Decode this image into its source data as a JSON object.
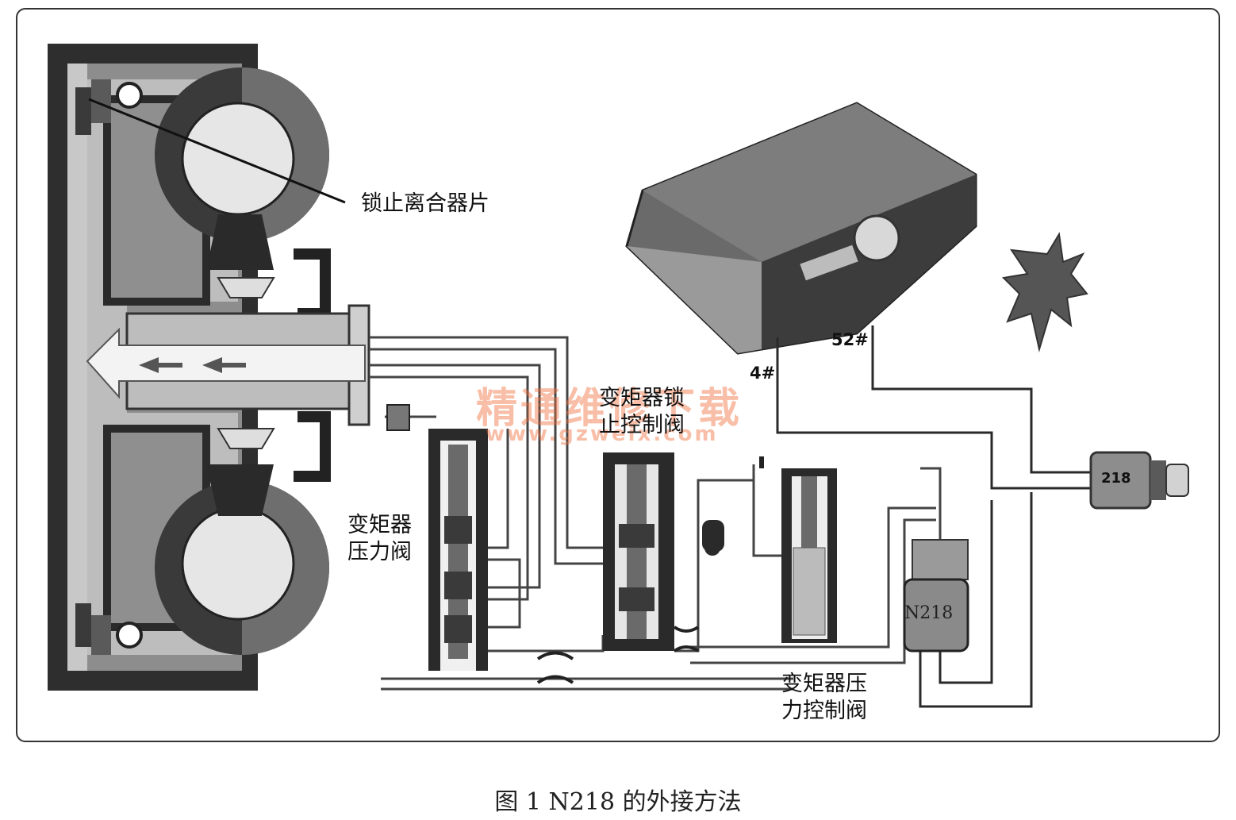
{
  "labels": {
    "lockup_clutch": "锁止离合器片",
    "converter_pressure_valve": "变矩器\n压力阀",
    "lockup_control_valve": "变矩器锁\n止控制阀",
    "pressure_control_valve": "变矩器压\n力控制阀",
    "pin_4": "4#",
    "pin_52": "52#",
    "solenoid_name": "N218",
    "connector_text": "218"
  },
  "watermark": {
    "title": "精通维修下载",
    "url": "www.gzweix.com"
  },
  "caption": "图 1   N218 的外接方法",
  "colors": {
    "dark": "#2b2b2b",
    "mid_gray": "#8a8a8a",
    "light_gray": "#cfcfcf",
    "watermark": "#f06e3c"
  }
}
